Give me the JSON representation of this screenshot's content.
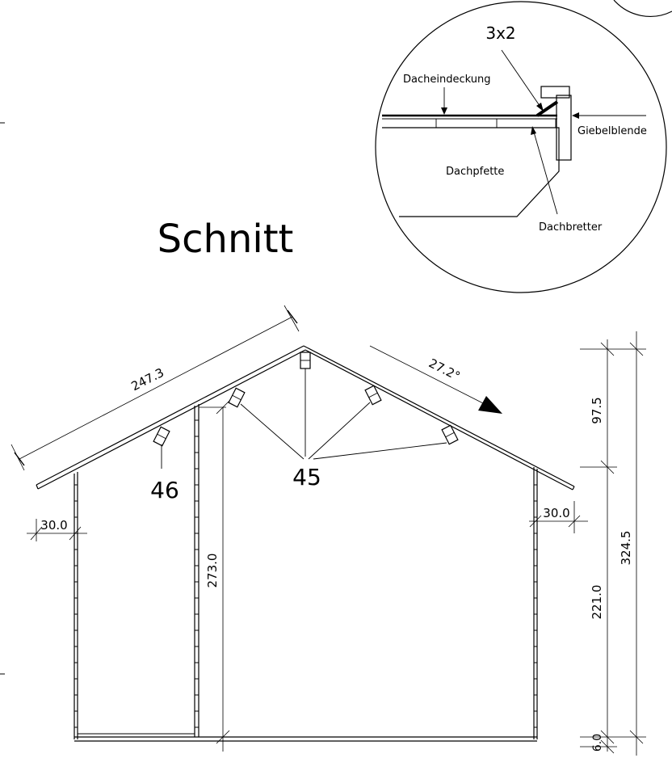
{
  "title": "Schnitt",
  "detail": {
    "size_label": "3x2",
    "roof_cover": "Dacheindeckung",
    "gable_trim": "Giebelblende",
    "purlin": "Dachpfette",
    "roof_boards": "Dachbretter"
  },
  "parts": {
    "purlin_part": "46",
    "rafter_part": "45"
  },
  "dimensions": {
    "rafter_length": "247.3",
    "roof_pitch": "27.2°",
    "overhang_left": "30.0",
    "overhang_right": "30.0",
    "wall_height": "273.0",
    "ridge_rise": "97.5",
    "total_height": "324.5",
    "eave_height": "221.0",
    "floor_thickness": "6.0"
  }
}
